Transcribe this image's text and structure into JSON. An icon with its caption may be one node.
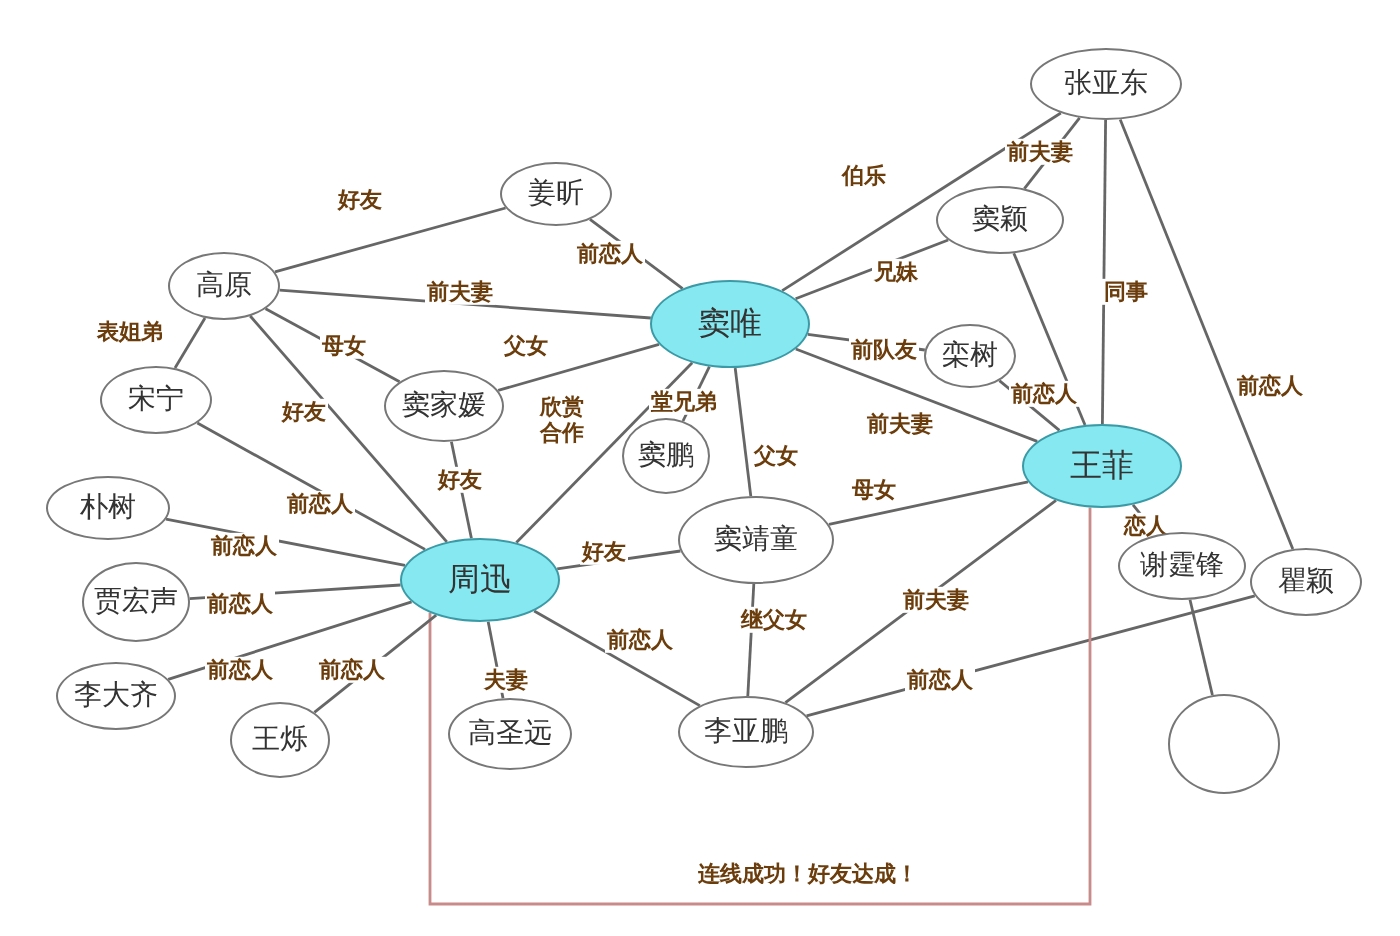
{
  "diagram": {
    "nodes": [
      {
        "text": [
          "张亚东"
        ]
      },
      {
        "text": [
          "姜昕"
        ]
      },
      {
        "text": [
          "窦颖"
        ]
      },
      {
        "text": [
          "高原"
        ]
      },
      {
        "text": [
          "窦唯"
        ]
      },
      {
        "text": [
          "栾树"
        ]
      },
      {
        "text": [
          "宋宁"
        ]
      },
      {
        "text": [
          "窦家媛"
        ]
      },
      {
        "text": [
          "窦鹏"
        ]
      },
      {
        "text": [
          "王菲"
        ]
      },
      {
        "text": [
          "朴树"
        ]
      },
      {
        "text": [
          "窦靖童"
        ]
      },
      {
        "text": [
          "周迅"
        ]
      },
      {
        "text": [
          "谢霆锋"
        ]
      },
      {
        "text": [
          "瞿颖"
        ]
      },
      {
        "text": [
          "贾宏声"
        ]
      },
      {
        "text": [
          "李大齐"
        ]
      },
      {
        "text": [
          "王烁"
        ]
      },
      {
        "text": [
          "高圣远"
        ]
      },
      {
        "text": [
          "李亚鹏"
        ]
      },
      {
        "text": [],
        "shape": "circle"
      }
    ],
    "edges": [
      {
        "from": 3,
        "to": 1,
        "arrow": "none",
        "label": "好友"
      },
      {
        "from": 1,
        "to": 4,
        "arrow": "none",
        "label": "前恋人"
      },
      {
        "from": 3,
        "to": 4,
        "arrow": "none",
        "label": "前夫妻"
      },
      {
        "from": 3,
        "to": 7,
        "arrow": "none",
        "label": "母女"
      },
      {
        "from": 7,
        "to": 4,
        "arrow": "none",
        "label": "父女"
      },
      {
        "from": 3,
        "to": 6,
        "arrow": "none",
        "label": "表姐弟"
      },
      {
        "from": 3,
        "to": 12,
        "arrow": "none",
        "label": "好友"
      },
      {
        "from": 4,
        "to": 12,
        "arrow": "none",
        "label": "欣赏合作"
      },
      {
        "from": 4,
        "to": 8,
        "arrow": "none",
        "label": "堂兄弟"
      },
      {
        "from": 7,
        "to": 12,
        "arrow": "none",
        "label": "好友"
      },
      {
        "from": 4,
        "to": 0,
        "arrow": "none",
        "label": "伯乐"
      },
      {
        "from": 0,
        "to": 2,
        "arrow": "none",
        "label": "前夫妻"
      },
      {
        "from": 4,
        "to": 2,
        "arrow": "none",
        "label": "兄妹"
      },
      {
        "from": 4,
        "to": 5,
        "arrow": "none",
        "label": "前队友"
      },
      {
        "from": 5,
        "to": 9,
        "arrow": "none",
        "label": "前恋人"
      },
      {
        "from": 2,
        "to": 9,
        "arrow": "none"
      },
      {
        "from": 0,
        "to": 9,
        "arrow": "none",
        "label": "同事"
      },
      {
        "from": 0,
        "to": 14,
        "arrow": "none",
        "label": "前恋人"
      },
      {
        "from": 4,
        "to": 9,
        "arrow": "none",
        "label": "前夫妻"
      },
      {
        "from": 4,
        "to": 11,
        "arrow": "none",
        "label": "父女"
      },
      {
        "from": 11,
        "to": 9,
        "arrow": "none",
        "label": "母女"
      },
      {
        "from": 12,
        "to": 11,
        "arrow": "none",
        "label": "好友"
      },
      {
        "from": 9,
        "to": 13,
        "arrow": "none",
        "label": "恋人"
      },
      {
        "from": 13,
        "to": 20,
        "arrow": "none"
      },
      {
        "from": 11,
        "to": 19,
        "arrow": "none",
        "label": "继父女"
      },
      {
        "from": 9,
        "to": 19,
        "arrow": "none",
        "label": "前夫妻"
      },
      {
        "from": 19,
        "to": 14,
        "arrow": "none",
        "label": "前恋人"
      },
      {
        "from": 12,
        "to": 9,
        "arrow": "none",
        "label": "连线成功！好友达成！",
        "color": "#c98a8a"
      },
      {
        "from": 12,
        "to": 19,
        "arrow": "none",
        "label": "前恋人"
      },
      {
        "from": 12,
        "to": 18,
        "arrow": "none",
        "label": "夫妻"
      },
      {
        "from": 6,
        "to": 12,
        "arrow": "none",
        "label": "前恋人"
      },
      {
        "from": 10,
        "to": 12,
        "arrow": "none",
        "label": "前恋人"
      },
      {
        "from": 15,
        "to": 12,
        "arrow": "none",
        "label": "前恋人"
      },
      {
        "from": 16,
        "to": 12,
        "arrow": "none",
        "label": "前恋人"
      },
      {
        "from": 17,
        "to": 12,
        "arrow": "none",
        "label": "前恋人"
      }
    ]
  }
}
